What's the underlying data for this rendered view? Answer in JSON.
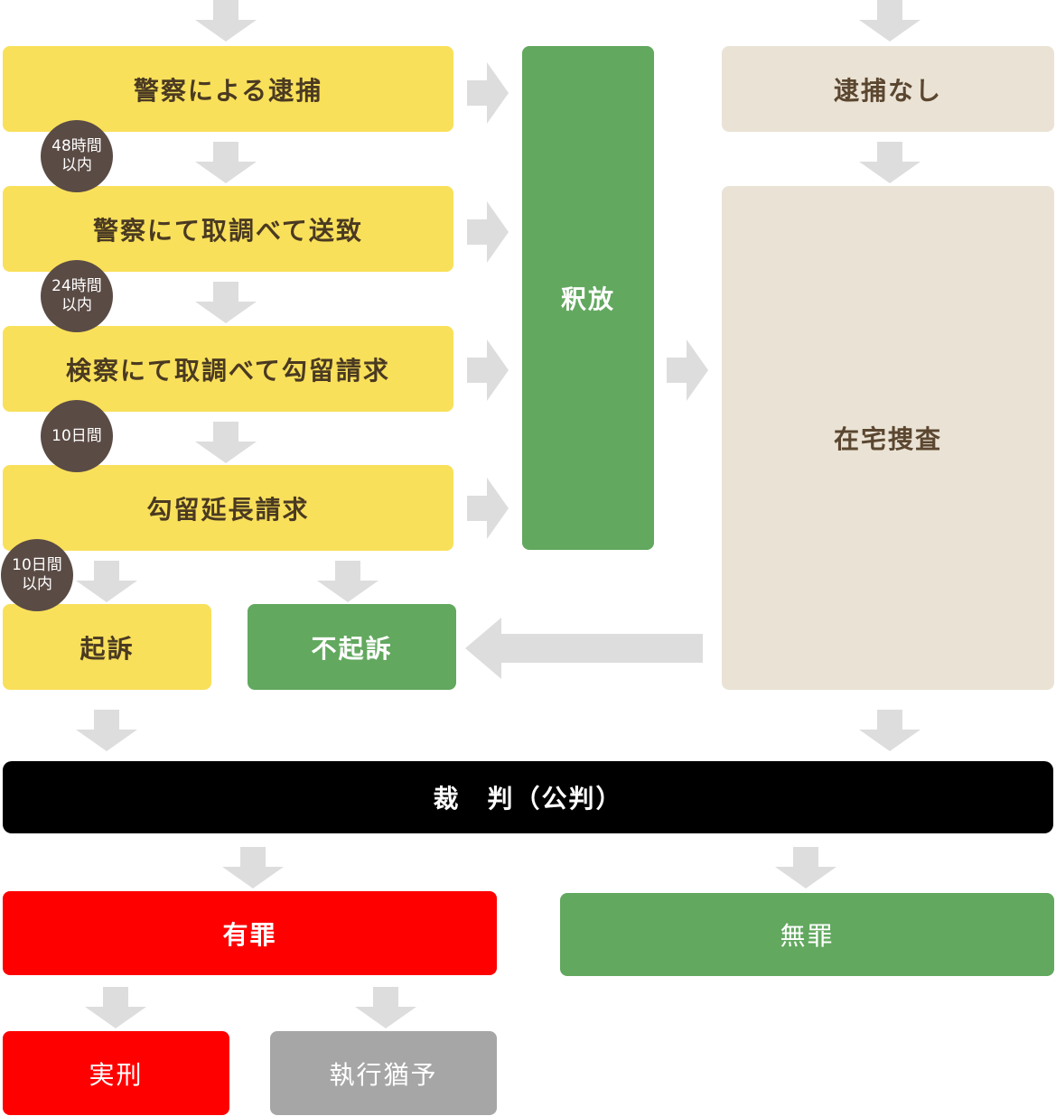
{
  "colors": {
    "police": "#f9e05a",
    "release": "#62a85f",
    "home": "#eae3d5",
    "trial": "#000000",
    "guilty": "#ff0000",
    "suspended": "#a6a6a6",
    "arrow": "#dddddd",
    "badge": "#5a4b45"
  },
  "steps": {
    "arrest": "警察による逮捕",
    "police_investigation": "警察にて取調べて送致",
    "prosecutor_investigation": "検察にて取調べて勾留請求",
    "detention_extension": "勾留延長請求",
    "indictment": "起訴",
    "non_indictment": "不起訴",
    "release": "釈放",
    "no_arrest": "逮捕なし",
    "home_investigation": "在宅捜査",
    "trial": "裁　判（公判）",
    "guilty": "有罪",
    "not_guilty": "無罪",
    "prison_sentence": "実刑",
    "suspended_sentence": "執行猶予"
  },
  "badges": [
    {
      "line1": "48時間",
      "line2": "以内"
    },
    {
      "line1": "24時間",
      "line2": "以内"
    },
    {
      "line1": "10日間",
      "line2": ""
    },
    {
      "line1": "10日間",
      "line2": "以内"
    }
  ],
  "icons": {
    "arrow": "arrow-down-icon / arrow-right-icon / arrow-left-icon"
  }
}
